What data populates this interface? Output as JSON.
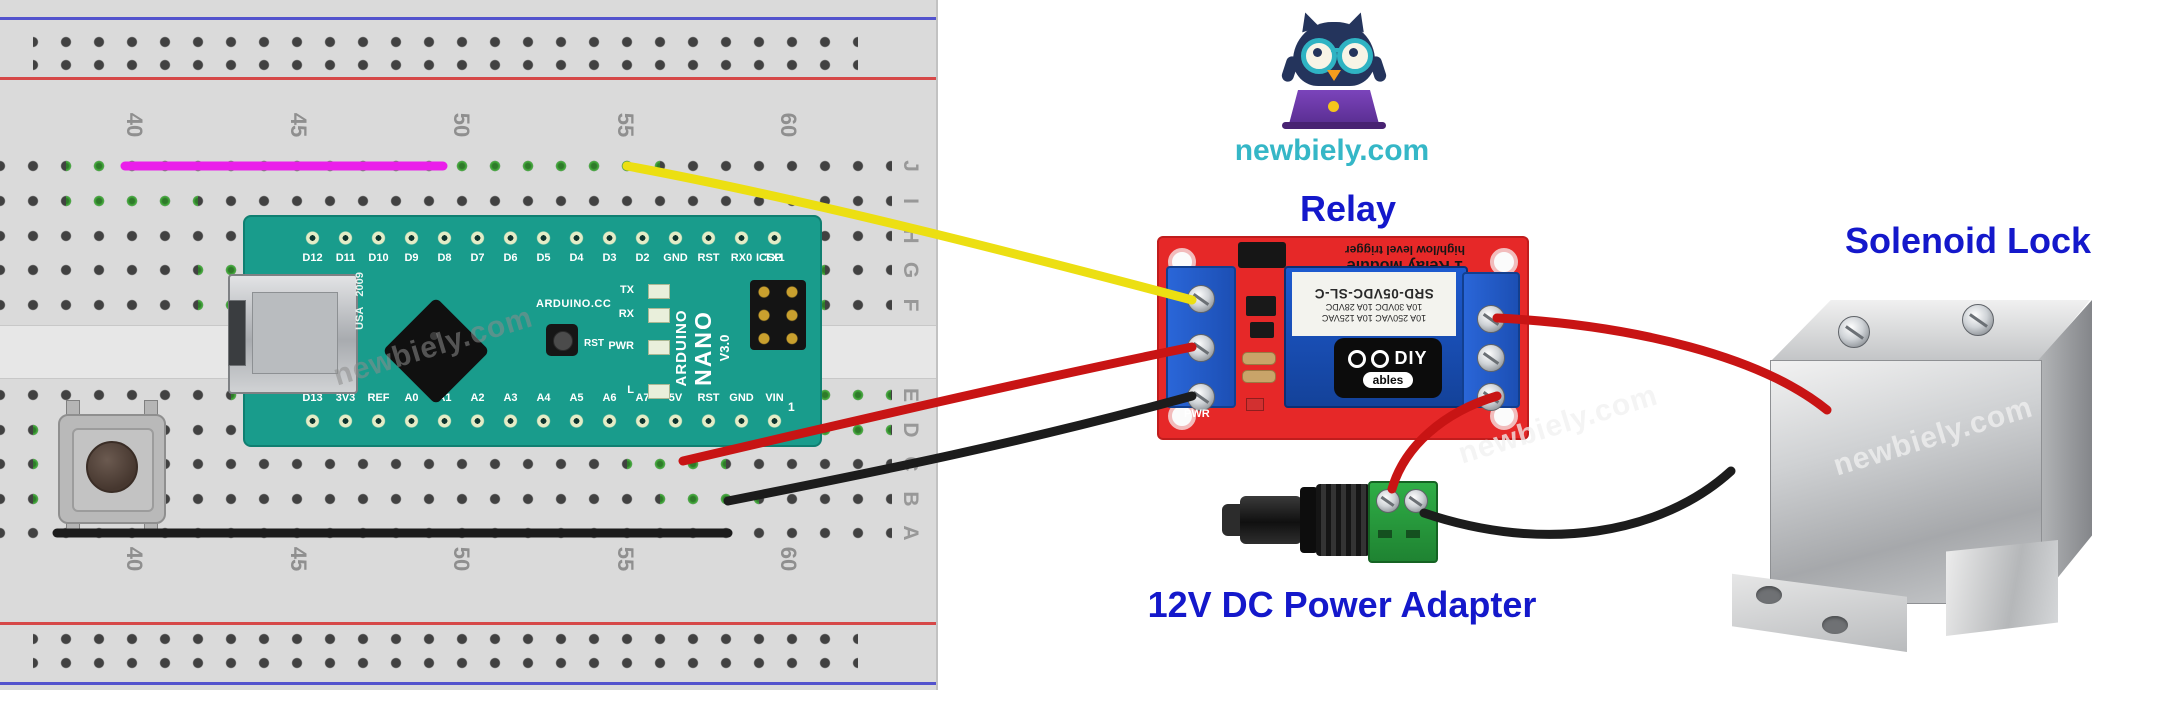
{
  "site": {
    "logo_text": "newbiely.com"
  },
  "watermark": {
    "text": "newbiely.com"
  },
  "labels": {
    "relay": "Relay",
    "solenoid_lock": "Solenoid Lock",
    "power_adapter": "12V DC Power Adapter"
  },
  "breadboard": {
    "column_numbers": [
      "40",
      "45",
      "50",
      "55",
      "60"
    ],
    "row_letters_top": [
      "J",
      "I",
      "H",
      "G",
      "F"
    ],
    "row_letters_bottom": [
      "E",
      "D",
      "C",
      "B",
      "A"
    ]
  },
  "arduino": {
    "top_pins": [
      "D12",
      "D11",
      "D10",
      "D9",
      "D8",
      "D7",
      "D6",
      "D5",
      "D4",
      "D3",
      "D2",
      "GND",
      "RST",
      "RX0",
      "TX1"
    ],
    "bottom_pins": [
      "D13",
      "3V3",
      "REF",
      "A0",
      "A1",
      "A2",
      "A3",
      "A4",
      "A5",
      "A6",
      "A7",
      "5V",
      "RST",
      "GND",
      "VIN"
    ],
    "brand_lines": [
      "ARDUINO",
      "NANO",
      "V3.0"
    ],
    "cc_text": "ARDUINO.CC",
    "icsp_label": "ICSP",
    "rst_label": "RST",
    "led_labels": [
      "TX",
      "RX",
      "PWR",
      "L"
    ],
    "usa_text": "USA",
    "year_text": "2009",
    "pin1_label": "1"
  },
  "relay_module": {
    "header_line1": "1 Relay Module",
    "header_line2": "high/low level trigger",
    "relay_label_lines": [
      "10A 250VAC  10A 125VAC",
      "10A 30VDC  10A 28VDC",
      "SRD-05VDC-SL-C"
    ],
    "logo_diy": "DIY",
    "logo_ables": "ables",
    "pwr_label": "PWR"
  },
  "colors": {
    "label_blue": "#1418cb",
    "logo_teal": "#35b7c7",
    "arduino_teal": "#199c8c",
    "relay_pcb_red": "#e62828",
    "relay_blue": "#1d5ad0",
    "wire_yellow": "#ecdf12",
    "wire_red": "#c81414",
    "wire_black": "#1c1c1c",
    "wire_magenta": "#ea1fea",
    "breadboard_gray": "#dadada"
  }
}
